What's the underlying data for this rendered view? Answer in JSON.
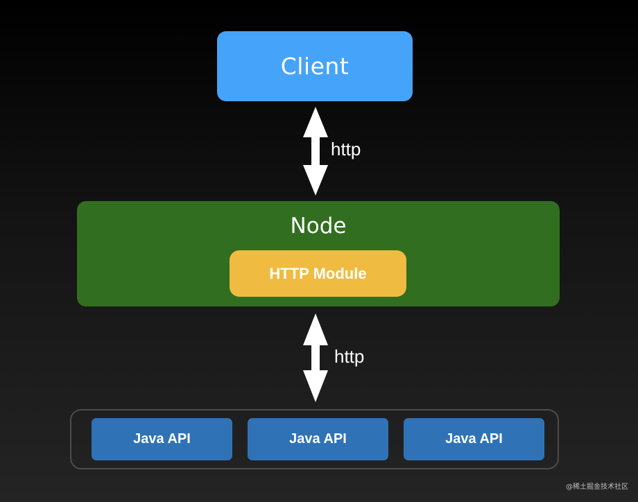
{
  "diagram": {
    "client": {
      "label": "Client",
      "color": "#46a3fa"
    },
    "node": {
      "label": "Node",
      "color": "#326e1f"
    },
    "http_module": {
      "label": "HTTP Module",
      "color": "#efbc41"
    },
    "connectors": [
      {
        "label": "http",
        "direction": "bidirectional"
      },
      {
        "label": "http",
        "direction": "bidirectional"
      }
    ],
    "java_apis": [
      {
        "label": "Java API"
      },
      {
        "label": "Java API"
      },
      {
        "label": "Java API"
      }
    ],
    "java_color": "#2f73b6",
    "background": "#000000"
  },
  "watermark": "@稀土掘金技术社区"
}
